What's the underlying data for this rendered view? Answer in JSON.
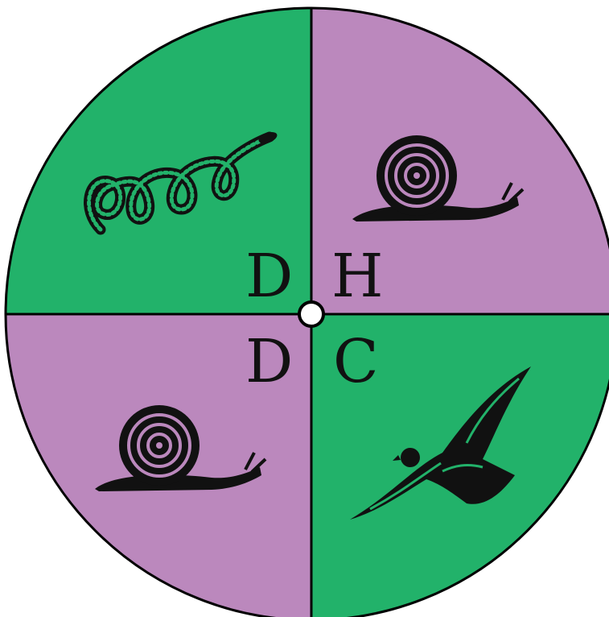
{
  "wheel": {
    "colors": {
      "green": "#22b26a",
      "purple": "#bb88bd",
      "outline": "#000000",
      "hub_fill": "#ffffff",
      "ink": "#111111"
    },
    "quadrants": [
      {
        "position": "top-left",
        "letter": "D",
        "animal": "snake",
        "icon": "snake-icon",
        "color": "green"
      },
      {
        "position": "top-right",
        "letter": "H",
        "animal": "snail",
        "icon": "snail-icon",
        "color": "purple"
      },
      {
        "position": "bottom-left",
        "letter": "D",
        "animal": "snail",
        "icon": "snail-icon",
        "color": "purple"
      },
      {
        "position": "bottom-right",
        "letter": "C",
        "animal": "hawk",
        "icon": "hawk-icon",
        "color": "green"
      }
    ]
  }
}
